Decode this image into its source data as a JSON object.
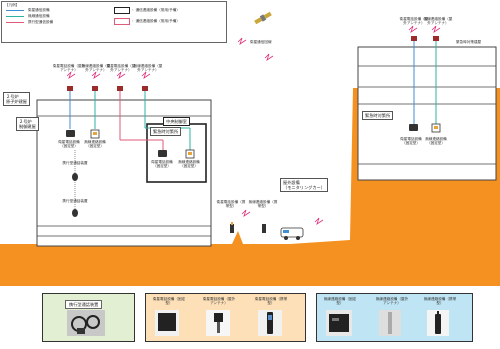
{
  "legend": {
    "title": "【凡例】",
    "lines": [
      {
        "label": "衛星通信設備",
        "color": "#3d8fd6"
      },
      {
        "label": "無線通信設備",
        "color": "#2bb3a3"
      },
      {
        "label": "携行型通信設備",
        "color": "#e05a7a"
      }
    ],
    "boxes": [
      {
        "label": "：通信連絡設備（常用/予備）",
        "color": "#222222"
      },
      {
        "label": "：通信連絡設備（常用/予備）",
        "color": "#e05a7a"
      }
    ]
  },
  "satellite_label": "衛星通信回線",
  "buildings": {
    "left_top_label": "中央制御室",
    "left_side_label_1": "２号炉",
    "left_side_label_2": "原子炉建屋",
    "left_side_label_3": "２号炉",
    "left_side_label_4": "制御建屋",
    "central_room_label": "中央制御室",
    "inner_box_label": "緊急時対策所",
    "field_label_1": "屋外設備",
    "field_label_2": "（モニタリングカー）",
    "right_box_label": "緊急時対策所",
    "right_label": "緊急時対策建屋"
  },
  "antenna_labels": {
    "left_1": "衛星電話設備（屋外アンテナ）",
    "left_2": "無線連絡設備（屋外アンテナ）",
    "left_3": "衛星電話設備（屋外アンテナ）",
    "left_4": "無線連絡設備（屋外アンテナ）",
    "right_1": "衛星電話設備（屋外アンテナ）",
    "right_2": "無線連絡設備（屋外アンテナ）"
  },
  "device_labels": {
    "cr_phone": "衛星電話設備（固定型）",
    "cr_radio": "無線連絡設備（固定型）",
    "cr_portable": "携行型通話装置",
    "cr_handset": "携行型通話装置",
    "es_phone": "衛星電話設備（固定型）",
    "es_radio": "無線連絡設備（固定型）",
    "field_phone": "衛星電話設備（携帯型）",
    "field_radio": "無線連絡設備（携帯型）",
    "right_phone": "衛星電話設備（固定型）",
    "right_radio": "無線連絡設備（固定型）"
  },
  "photo_panels": [
    {
      "title": "携行型通話装置",
      "captions": []
    },
    {
      "title": "",
      "captions": [
        "衛星電話設備（固定型）",
        "衛星電話設備（屋外アンテナ）",
        "衛星電話設備（携帯型）"
      ]
    },
    {
      "title": "",
      "captions": [
        "無線連絡設備（固定型）",
        "無線連絡設備（屋外アンテナ）",
        "無線連絡設備（携帯型）"
      ]
    }
  ],
  "colors": {
    "ground": "#f59120",
    "satellite_line": "#3d8fd6",
    "radio_line": "#2bb3a3",
    "portable_line": "#e05a7a",
    "panel1_bg": "#e3efd3",
    "panel2_bg": "#fde0b8",
    "panel3_bg": "#bfe4f3"
  }
}
